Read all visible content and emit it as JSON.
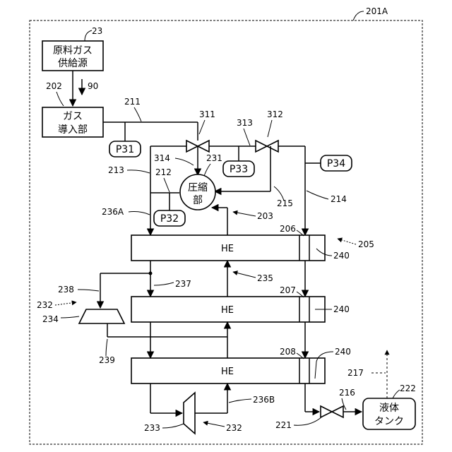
{
  "system_ref": "201A",
  "boxes": {
    "source": {
      "line1": "原料ガス",
      "line2": "供給源",
      "ref": "23"
    },
    "intro": {
      "line1": "ガス",
      "line2": "導入部",
      "ref": "202"
    },
    "compressor": {
      "line1": "圧縮",
      "line2": "部",
      "ref": "231"
    },
    "tank": {
      "line1": "液体",
      "line2": "タンク",
      "ref": "222"
    }
  },
  "heat_exchangers": [
    {
      "label": "HE",
      "ref": "206"
    },
    {
      "label": "HE",
      "ref": "207"
    },
    {
      "label": "HE",
      "ref": "208"
    }
  ],
  "he_group_ref": "205",
  "sensors": [
    "P31",
    "P32",
    "P33",
    "P34"
  ],
  "refs": {
    "gas_flow": "90",
    "line_211": "211",
    "line_212": "212",
    "line_213": "213",
    "line_214": "214",
    "line_215": "215",
    "line_216": "216",
    "line_217": "217",
    "valve_311": "311",
    "valve_312": "312",
    "line_313": "313",
    "line_314": "314",
    "line_203": "203",
    "line_235": "235",
    "line_236A": "236A",
    "line_236B": "236B",
    "line_237": "237",
    "line_238": "238",
    "line_239": "239",
    "partition_240a": "240",
    "partition_240b": "240",
    "partition_240c": "240",
    "expander_232a": "232",
    "expander_232b": "232",
    "expander_233": "233",
    "expander_234": "234",
    "valve_221": "221"
  }
}
